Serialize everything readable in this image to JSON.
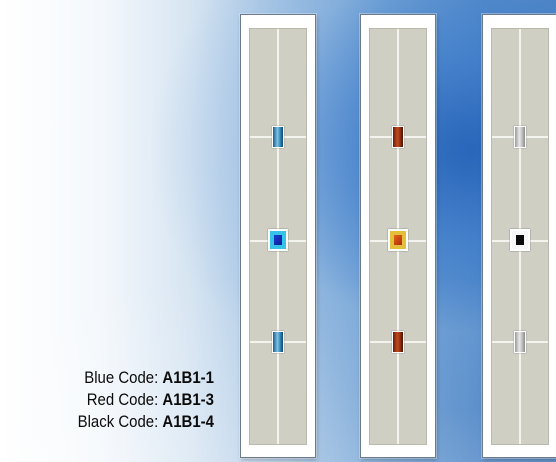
{
  "panels": [
    {
      "name": "blue",
      "color": "#35c3e8"
    },
    {
      "name": "red",
      "color": "#e4c03a"
    },
    {
      "name": "black",
      "color": "#0b0b0b"
    }
  ],
  "codes": [
    {
      "label": "Blue Code: ",
      "value": "A1B1-1"
    },
    {
      "label": "Red Code: ",
      "value": "A1B1-3"
    },
    {
      "label": "Black Code: ",
      "value": "A1B1-4"
    }
  ]
}
